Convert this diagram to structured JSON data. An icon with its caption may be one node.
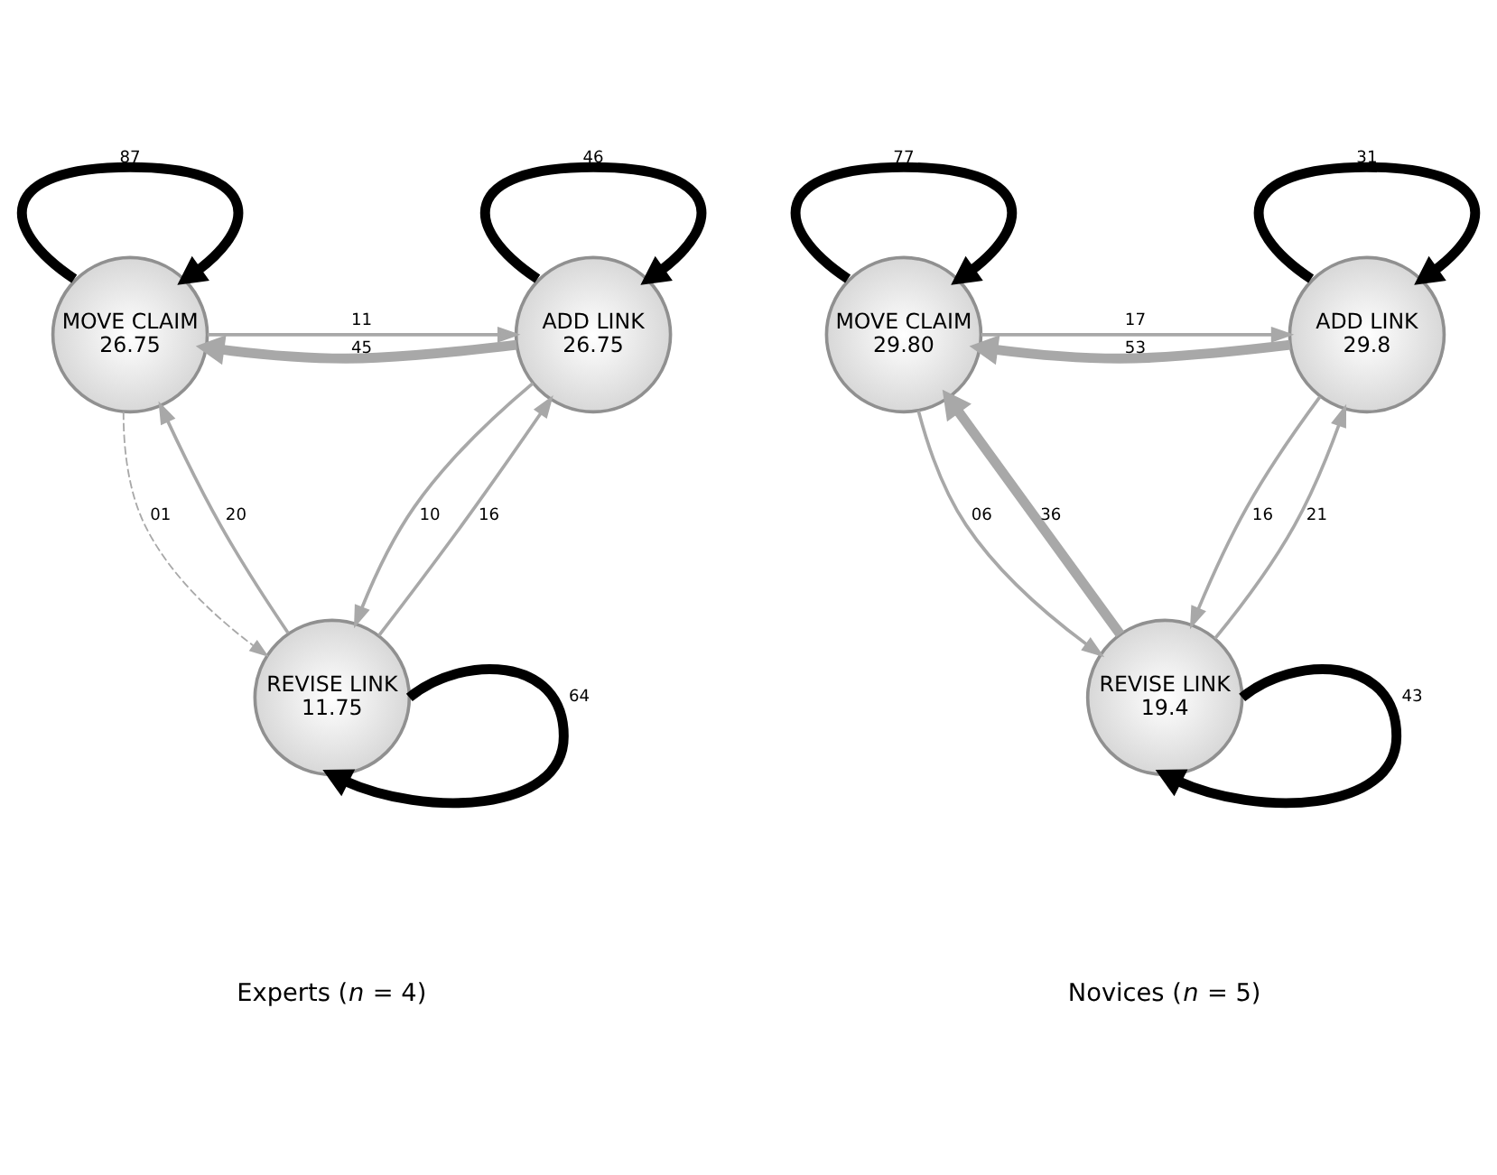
{
  "diagram": {
    "nodes": [
      {
        "text": [
          "MOVE CLAIM 26.75"
        ]
      },
      {
        "text": [
          "ADD LINK 26.75"
        ]
      },
      {
        "text": [
          "REVISE LINK 11.75"
        ]
      },
      {
        "text": [
          "MOVE CLAIM 29.80"
        ]
      },
      {
        "text": [
          "ADD LINK 29.8"
        ]
      },
      {
        "text": [
          "REVISE LINK 19.4"
        ]
      }
    ],
    "edges": [
      {
        "from": 0,
        "to": 0,
        "arrow": "to",
        "label": "87",
        "style": "thick",
        "color": "#000000"
      },
      {
        "from": 1,
        "to": 1,
        "arrow": "to",
        "label": "46",
        "style": "thick",
        "color": "#000000"
      },
      {
        "from": 0,
        "to": 1,
        "arrow": "to",
        "label": "11"
      },
      {
        "from": 1,
        "to": 0,
        "arrow": "to",
        "label": "45",
        "style": "thick"
      },
      {
        "from": 2,
        "to": 0,
        "arrow": "to",
        "label": "20"
      },
      {
        "from": 0,
        "to": 2,
        "arrow": "to",
        "label": "01",
        "style": "dashed"
      },
      {
        "from": 2,
        "to": 1,
        "arrow": "to",
        "label": "16"
      },
      {
        "from": 1,
        "to": 2,
        "arrow": "to",
        "label": "10"
      },
      {
        "from": 2,
        "to": 2,
        "arrow": "to",
        "label": "64",
        "style": "thick",
        "color": "#000000"
      },
      {
        "from": 3,
        "to": 3,
        "arrow": "to",
        "label": "77",
        "style": "thick",
        "color": "#000000"
      },
      {
        "from": 4,
        "to": 4,
        "arrow": "to",
        "label": "31",
        "style": "thick",
        "color": "#000000"
      },
      {
        "from": 3,
        "to": 4,
        "arrow": "to",
        "label": "17"
      },
      {
        "from": 4,
        "to": 3,
        "arrow": "to",
        "label": "53",
        "style": "thick"
      },
      {
        "from": 5,
        "to": 3,
        "arrow": "to",
        "label": "36",
        "style": "thick"
      },
      {
        "from": 3,
        "to": 5,
        "arrow": "to",
        "label": "06"
      },
      {
        "from": 5,
        "to": 4,
        "arrow": "to",
        "label": "21"
      },
      {
        "from": 4,
        "to": 5,
        "arrow": "to",
        "label": "16"
      },
      {
        "from": 5,
        "to": 5,
        "arrow": "to",
        "label": "43",
        "style": "thick",
        "color": "#000000"
      }
    ],
    "labels": [
      "Experts (*n* = 4)",
      "Novices (*n* = 5)"
    ]
  }
}
